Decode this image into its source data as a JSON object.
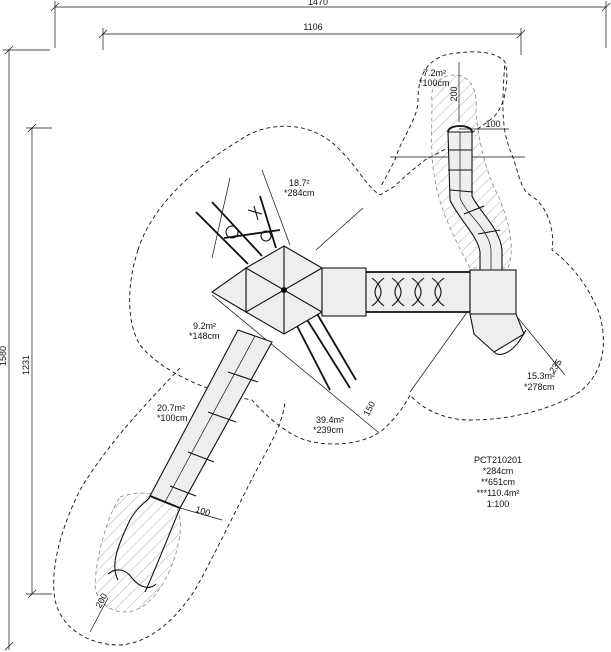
{
  "dimensions": {
    "top_outer": "1470",
    "top_inner": "1106",
    "left_outer": "1580",
    "left_inner": "1231",
    "slide_right_200": "200",
    "slide_right_100": "100",
    "slide_left_100": "100",
    "slide_left_200": "200",
    "zone_150": "150",
    "zone_235": "235"
  },
  "areas": {
    "a1_area": "7.2m²",
    "a1_height": "*100cm",
    "a2_area": "18.7²",
    "a2_height": "*284cm",
    "a3_area": "9.2m²",
    "a3_height": "*148cm",
    "a4_area": "20.7m²",
    "a4_height": "*100cm",
    "a5_area": "39.4m²",
    "a5_height": "*239cm",
    "a6_area": "15.3m²",
    "a6_height": "*278cm"
  },
  "info": {
    "code": "PCT210201",
    "line1": "*284cm",
    "line2": "**651cm",
    "line3": "***110.4m²",
    "scale": "1:100"
  }
}
